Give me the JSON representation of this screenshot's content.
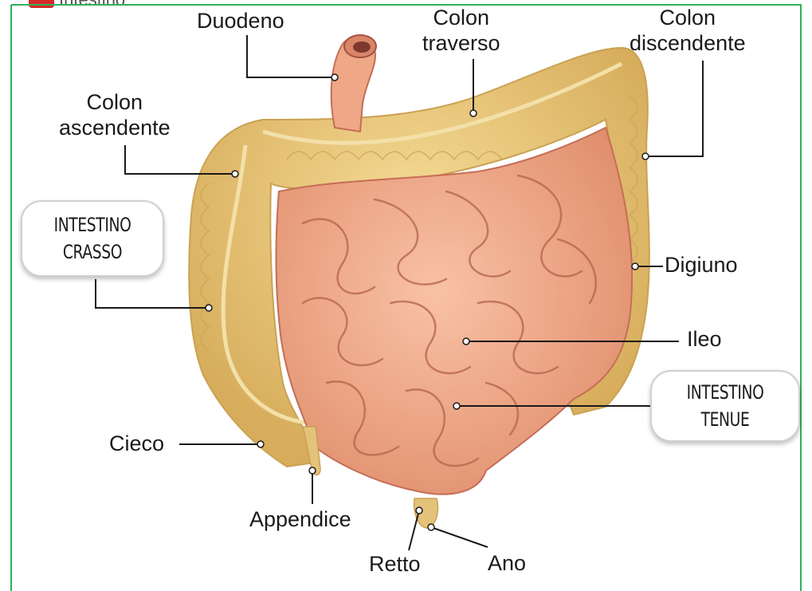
{
  "header": {
    "title": "Intestino"
  },
  "badges": {
    "large_intestine": [
      "INTESTINO",
      "CRASSO"
    ],
    "small_intestine": [
      "INTESTINO",
      "TENUE"
    ]
  },
  "labels": {
    "duodeno": "Duodeno",
    "colon_traverso": [
      "Colon",
      "traverso"
    ],
    "colon_discendente": [
      "Colon",
      "discendente"
    ],
    "colon_ascendente": [
      "Colon",
      "ascendente"
    ],
    "digiuno": "Digiuno",
    "ileo": "Ileo",
    "cieco": "Cieco",
    "appendice": "Appendice",
    "retto": "Retto",
    "ano": "Ano"
  },
  "colors": {
    "frame": "#2fb15a",
    "colon": "#e9c77a",
    "colon_dark": "#c9a252",
    "small_intestine": "#f0a583",
    "small_intestine_dark": "#c56d57",
    "leader_line": "#1a1a1a"
  }
}
